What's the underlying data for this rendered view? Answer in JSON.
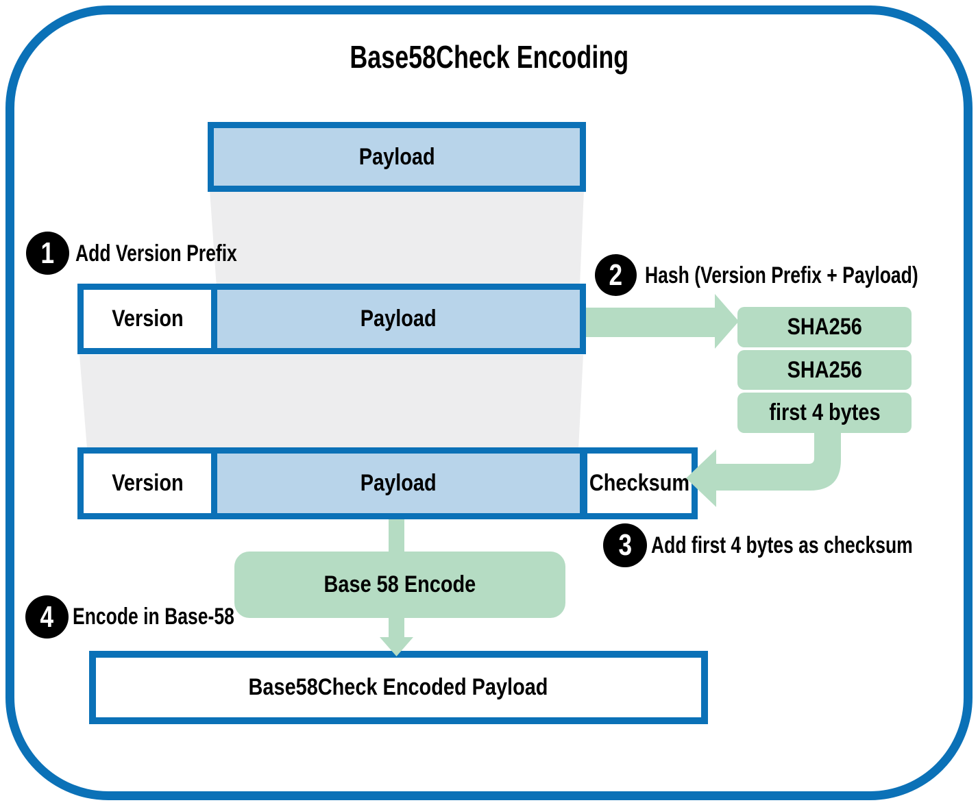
{
  "title": "Base58Check Encoding",
  "colors": {
    "blue_border": "#0b71b7",
    "blue_fill": "#b8d4ea",
    "green": "#b5dcc3",
    "gray": "#ededee",
    "black": "#000000",
    "white": "#ffffff"
  },
  "boxes": {
    "payload_top": "Payload",
    "row2": {
      "version": "Version",
      "payload": "Payload"
    },
    "row3": {
      "version": "Version",
      "payload": "Payload",
      "checksum": "Checksum"
    },
    "hash_steps": [
      "SHA256",
      "SHA256",
      "first 4 bytes"
    ],
    "base58_encode": "Base 58 Encode",
    "result": "Base58Check Encoded Payload"
  },
  "steps": [
    {
      "number": "1",
      "label": "Add Version Prefix"
    },
    {
      "number": "2",
      "label": "Hash (Version Prefix + Payload)"
    },
    {
      "number": "3",
      "label": "Add first 4 bytes as checksum"
    },
    {
      "number": "4",
      "label": "Encode in Base-58"
    }
  ]
}
